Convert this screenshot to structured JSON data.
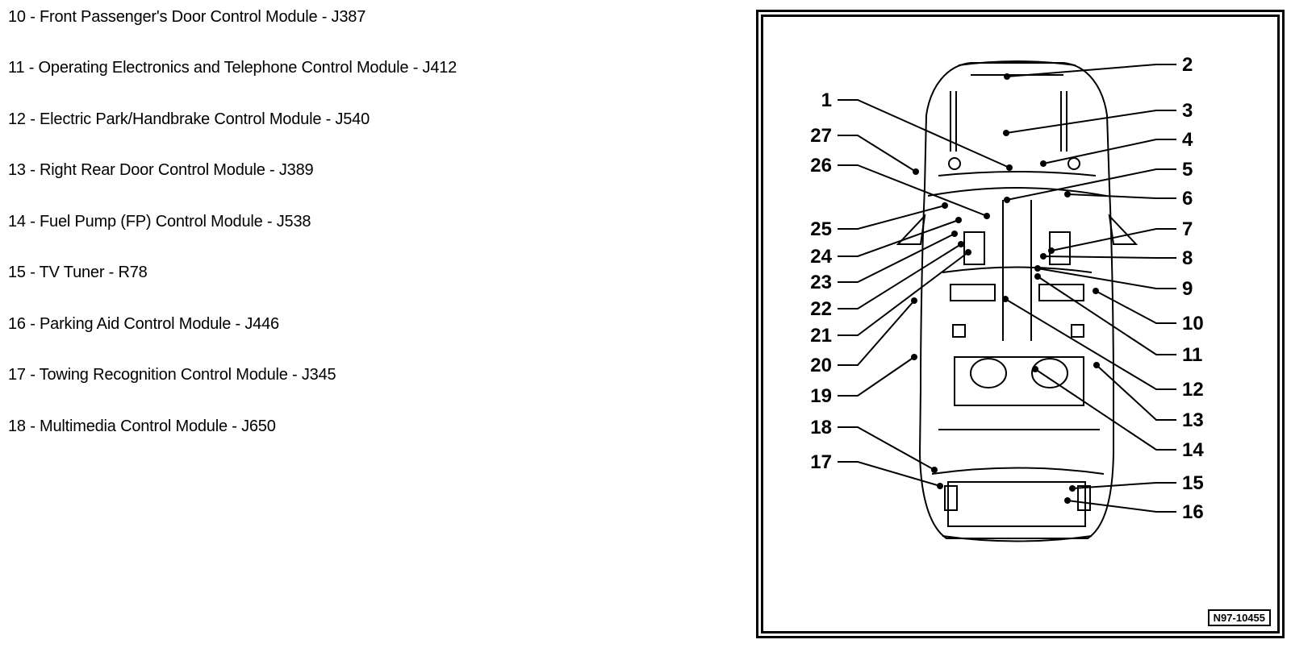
{
  "legend": {
    "items": [
      "10 - Front Passenger's Door Control Module - J387",
      "11 - Operating Electronics and Telephone Control Module - J412",
      "12 - Electric Park/Handbrake Control Module - J540",
      "13 - Right Rear Door Control Module - J389",
      "14 - Fuel Pump (FP) Control Module - J538",
      "15 - TV Tuner - R78",
      "16 - Parking Aid Control Module - J446",
      "17 - Towing Recognition Control Module - J345",
      "18 - Multimedia Control Module - J650"
    ]
  },
  "diagram": {
    "reference_code": "N97-10455",
    "callouts_left": [
      "1",
      "27",
      "26",
      "25",
      "24",
      "23",
      "22",
      "21",
      "20",
      "19",
      "18",
      "17"
    ],
    "callouts_right": [
      "2",
      "3",
      "4",
      "5",
      "6",
      "7",
      "8",
      "9",
      "10",
      "11",
      "12",
      "13",
      "14",
      "15",
      "16"
    ]
  }
}
